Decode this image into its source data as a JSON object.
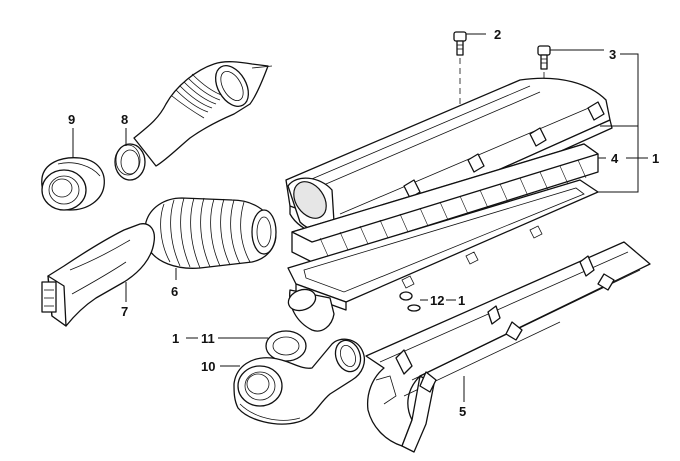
{
  "diagram": {
    "callouts": {
      "c1_top": "1",
      "c2": "2",
      "c3": "3",
      "c4": "4",
      "c5": "5",
      "c6": "6",
      "c7": "7",
      "c8": "8",
      "c9": "9",
      "c10": "10",
      "c11": "11",
      "c1_mid": "1",
      "c12": "12",
      "c1_right": "1"
    },
    "parts": [
      "intake-duct-upper",
      "bellows-hose",
      "intake-snorkel",
      "rubber-ring",
      "grommet",
      "air-cleaner-housing-top",
      "filter-element",
      "air-cleaner-housing-bottom",
      "heat-shield",
      "outlet-elbow",
      "seal-ring",
      "screws"
    ]
  }
}
